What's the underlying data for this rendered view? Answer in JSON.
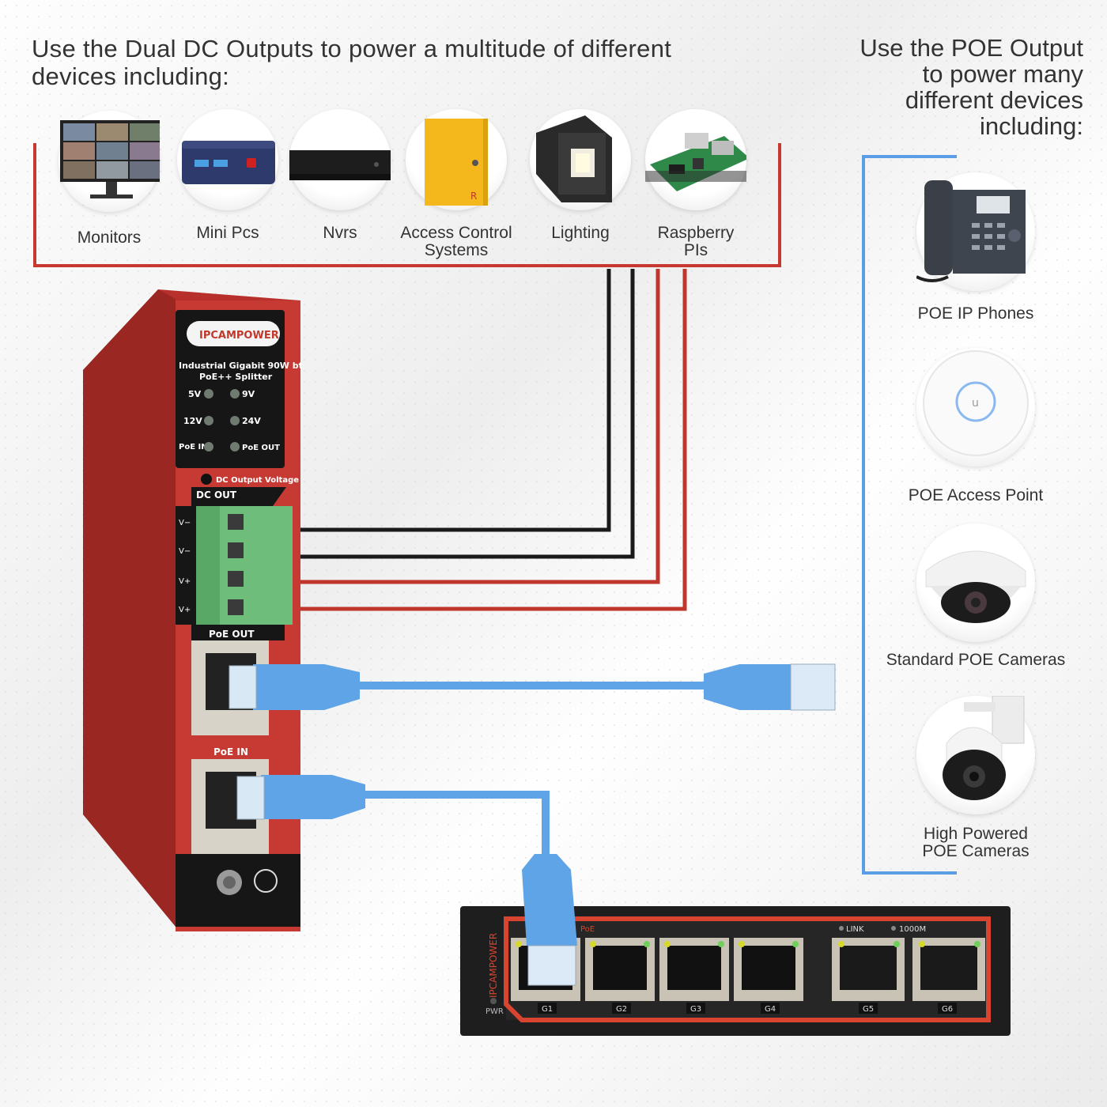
{
  "titles": {
    "dc_line1": "Use the Dual DC Outputs to power a multitude of different",
    "dc_line2": "devices including:",
    "poe_line1": "Use the POE Output",
    "poe_line2": "to power many",
    "poe_line3": "different devices",
    "poe_line4": "including:"
  },
  "dc_devices": [
    {
      "label": "Monitors"
    },
    {
      "label": "Mini Pcs"
    },
    {
      "label": "Nvrs"
    },
    {
      "label_line1": "Access Control",
      "label_line2": "Systems"
    },
    {
      "label": "Lighting"
    },
    {
      "label_line1": "Raspberry",
      "label_line2": "PIs"
    }
  ],
  "poe_devices": [
    {
      "label": "POE IP Phones"
    },
    {
      "label": "POE Access Point"
    },
    {
      "label": "Standard POE Cameras"
    },
    {
      "label_line1": "High Powered",
      "label_line2": "POE Cameras"
    }
  ],
  "splitter": {
    "brand": "IPCAMPOWER",
    "model_line1": "Industrial Gigabit 90W bt",
    "model_line2": "PoE++ Splitter",
    "led_5v": "5V",
    "led_9v": "9V",
    "led_12v": "12V",
    "led_24v": "24V",
    "led_poe_in": "PoE IN",
    "led_poe_out": "PoE OUT",
    "dc_output_voltage": "DC Output Voltage",
    "dc_out": "DC OUT",
    "terminals": [
      "V−",
      "V−",
      "V+",
      "V+"
    ],
    "port_poe_out": "PoE OUT",
    "port_poe_in": "PoE IN"
  },
  "switch": {
    "brand": "IPCAMPOWER",
    "poe_label": "PoE",
    "link_label": "LINK",
    "speed_label": "1000M",
    "pwr": "PWR",
    "ports": [
      "G1",
      "G2",
      "G3",
      "G4",
      "G5",
      "G6"
    ]
  },
  "colors": {
    "dc_bracket": "#c7382f",
    "poe_bracket": "#5b9ee6",
    "splitter_body": "#c73a33",
    "cable_blue": "#5fa4e6"
  }
}
